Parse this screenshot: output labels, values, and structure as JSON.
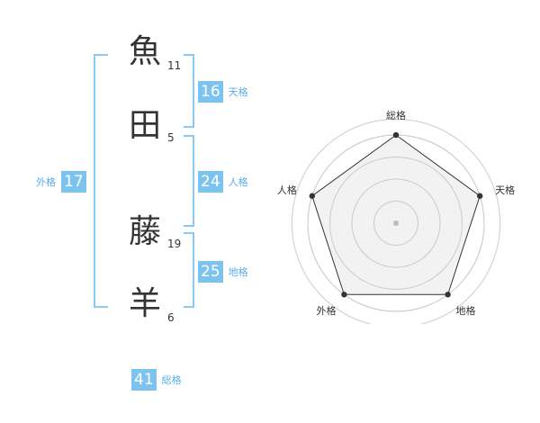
{
  "name": {
    "chars": [
      {
        "char": "魚",
        "strokes": "11"
      },
      {
        "char": "田",
        "strokes": "5"
      },
      {
        "char": "藤",
        "strokes": "19"
      },
      {
        "char": "羊",
        "strokes": "6"
      }
    ]
  },
  "fortunes": {
    "tenkaku": {
      "value": "16",
      "label": "天格"
    },
    "jinkaku": {
      "value": "24",
      "label": "人格"
    },
    "chikaku": {
      "value": "25",
      "label": "地格"
    },
    "gaikaku": {
      "value": "17",
      "label": "外格"
    },
    "soukaku": {
      "value": "41",
      "label": "総格"
    }
  },
  "radar": {
    "axes": [
      "総格",
      "天格",
      "地格",
      "外格",
      "人格"
    ],
    "values": [
      1.0,
      1.0,
      1.0,
      1.0,
      1.0
    ],
    "levels": 4,
    "max": 1.0,
    "colors": {
      "fill": "#eeeeee",
      "stroke": "#333333",
      "grid": "#cccccc",
      "point": "#333333",
      "center": "#bbbbbb"
    }
  }
}
